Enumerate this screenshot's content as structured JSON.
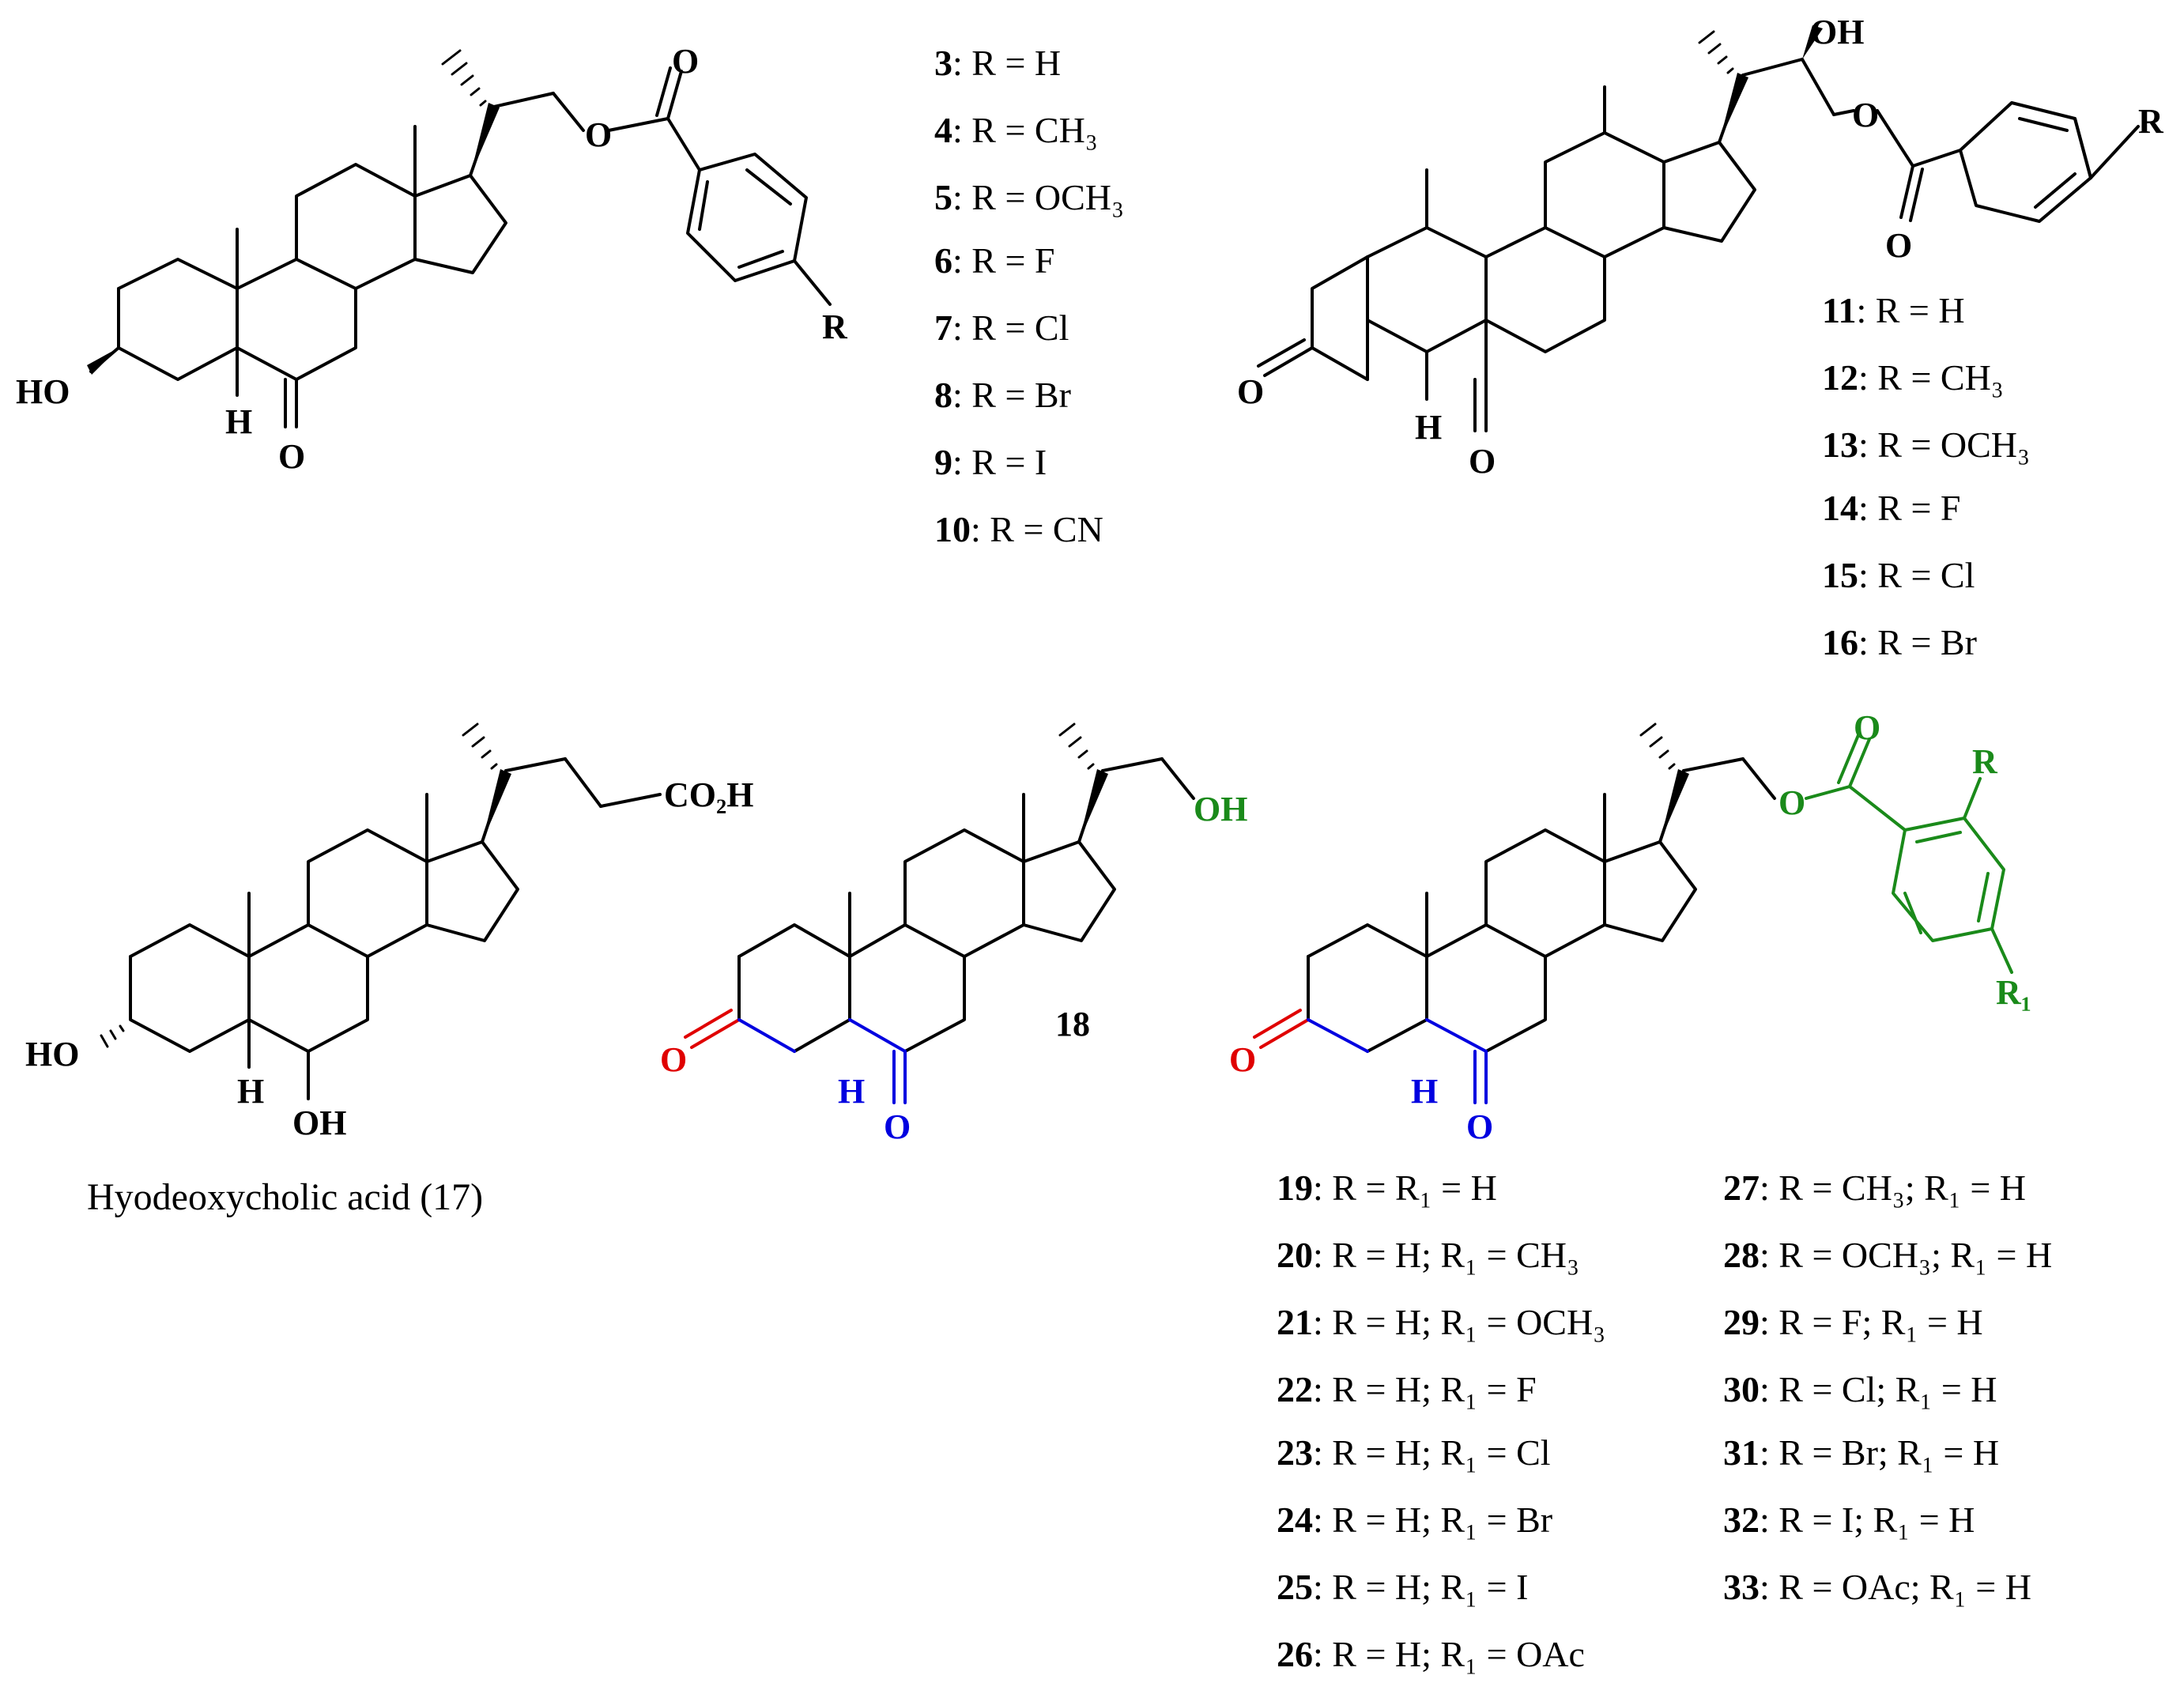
{
  "compound_18_label": "18",
  "hyodeoxycholic_caption": "Hyodeoxycholic acid (17)",
  "atoms": {
    "s1": {
      "ho": "HO",
      "h": "H",
      "o_ketone": "O",
      "o_ester": "O",
      "o_carbonyl": "O",
      "r": "R"
    },
    "s2": {
      "oh": "OH",
      "o3": "O",
      "h": "H",
      "o6": "O",
      "o_ester": "O",
      "o_carbonyl": "O",
      "r": "R"
    },
    "s17": {
      "ho": "HO",
      "h": "H",
      "oh": "OH",
      "co2h": "CO₂H"
    },
    "s18": {
      "o3": "O",
      "h": "H",
      "o6": "O",
      "oh": "OH"
    },
    "s19": {
      "o3": "O",
      "h": "H",
      "o6": "O",
      "o_ester": "O",
      "o_carbonyl": "O",
      "r": "R",
      "r1": "R₁"
    }
  },
  "series_3_10": [
    {
      "id": "3",
      "text": ": R = H"
    },
    {
      "id": "4",
      "text": ": R = CH₃"
    },
    {
      "id": "5",
      "text": ": R = OCH₃"
    },
    {
      "id": "6",
      "text": ": R = F"
    },
    {
      "id": "7",
      "text": ": R = Cl"
    },
    {
      "id": "8",
      "text": ": R = Br"
    },
    {
      "id": "9",
      "text": ": R = I"
    },
    {
      "id": "10",
      "text": ": R = CN"
    }
  ],
  "series_11_16": [
    {
      "id": "11",
      "text": ": R = H"
    },
    {
      "id": "12",
      "text": ": R = CH₃"
    },
    {
      "id": "13",
      "text": ": R = OCH₃"
    },
    {
      "id": "14",
      "text": ": R = F"
    },
    {
      "id": "15",
      "text": ": R = Cl"
    },
    {
      "id": "16",
      "text": ": R = Br"
    }
  ],
  "series_19_26": [
    {
      "id": "19",
      "text": ": R = R₁ = H"
    },
    {
      "id": "20",
      "text": ": R = H; R₁ = CH₃"
    },
    {
      "id": "21",
      "text": ": R = H; R₁ = OCH₃"
    },
    {
      "id": "22",
      "text": ": R = H; R₁ = F"
    },
    {
      "id": "23",
      "text": ": R = H; R₁ = Cl"
    },
    {
      "id": "24",
      "text": ": R = H; R₁ = Br"
    },
    {
      "id": "25",
      "text": ": R = H; R₁ = I"
    },
    {
      "id": "26",
      "text": ": R = H; R₁ = OAc"
    }
  ],
  "series_27_33": [
    {
      "id": "27",
      "text": ": R = CH₃; R₁ = H"
    },
    {
      "id": "28",
      "text": ": R = OCH₃; R₁ = H"
    },
    {
      "id": "29",
      "text": ": R = F; R₁ = H"
    },
    {
      "id": "30",
      "text": ": R = Cl; R₁ = H"
    },
    {
      "id": "31",
      "text": ": R = Br; R₁ = H"
    },
    {
      "id": "32",
      "text": ": R = I; R₁ = H"
    },
    {
      "id": "33",
      "text": ": R = OAc; R₁ = H"
    }
  ]
}
